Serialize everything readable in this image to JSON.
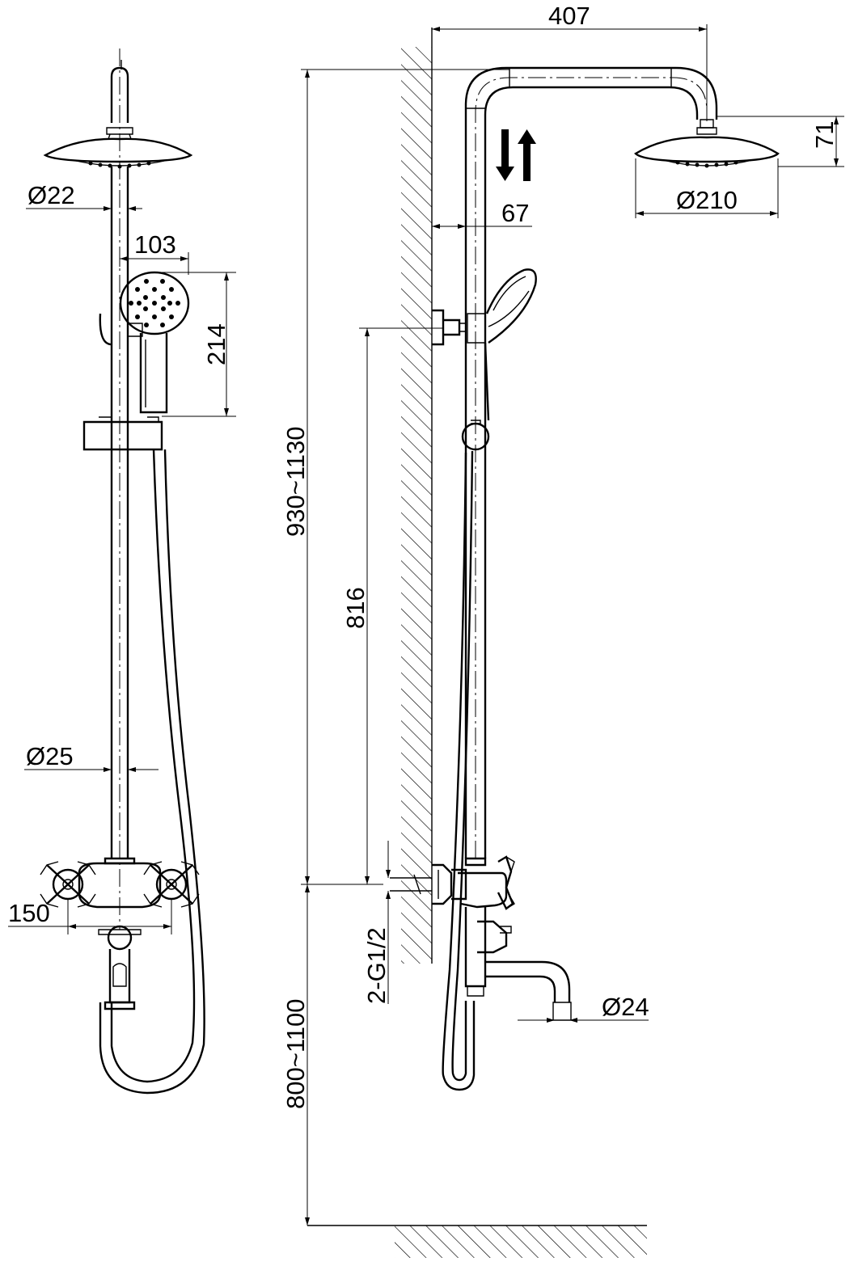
{
  "dimensions": {
    "d22": "Ø22",
    "d103": "103",
    "d214": "214",
    "d25": "Ø25",
    "d150": "150",
    "d407": "407",
    "d71": "71",
    "d210": "Ø210",
    "d67": "67",
    "d930_1130": "930~1130",
    "d816": "816",
    "d2_g12": "2-G1/2",
    "d24": "Ø24",
    "d800_1100": "800~1100"
  }
}
